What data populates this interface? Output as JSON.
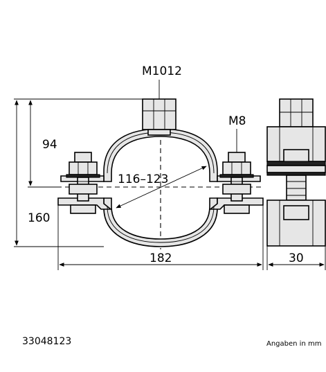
{
  "labels": {
    "thread_top": "M1012",
    "thread_side": "M8",
    "dim_height_upper": "94",
    "dim_height_total": "160",
    "dim_diameter": "116–123",
    "dim_width": "182",
    "dim_depth": "30"
  },
  "footer": {
    "article_number": "33048123",
    "units_note": "Angaben in mm"
  }
}
